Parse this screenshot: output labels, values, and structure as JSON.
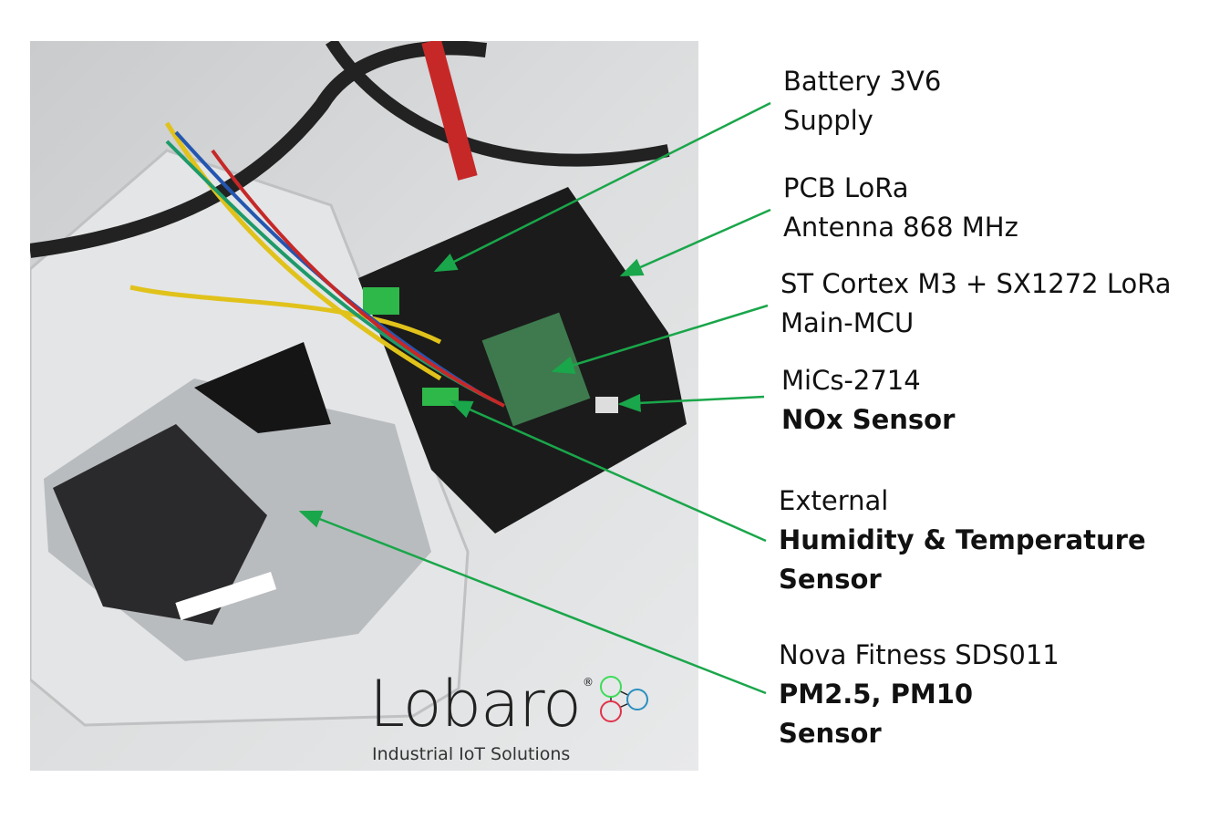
{
  "labels": [
    {
      "lines": [
        "Battery 3V6",
        "Supply"
      ],
      "bold": []
    },
    {
      "lines": [
        "PCB LoRa",
        "Antenna 868 MHz"
      ],
      "bold": []
    },
    {
      "lines": [
        "ST Cortex M3 + SX1272 LoRa",
        "Main-MCU"
      ],
      "bold": []
    },
    {
      "lines": [
        "MiCs-2714"
      ],
      "bold": [
        "NOx Sensor"
      ]
    },
    {
      "lines": [
        "External"
      ],
      "bold": [
        "Humidity & Temperature",
        "Sensor"
      ]
    },
    {
      "lines": [
        "Nova Fitness SDS011"
      ],
      "bold": [
        "PM2.5, PM10",
        "Sensor"
      ]
    }
  ],
  "logo": {
    "word": "Lobaro",
    "tagline": "Industrial IoT Solutions",
    "mark": "®"
  },
  "colors": {
    "leader": "#1aa64a",
    "pcb": "#1b1b1b",
    "logo_green": "#3ddc5a",
    "logo_blue": "#2a8fbf",
    "logo_red": "#e0334a"
  }
}
